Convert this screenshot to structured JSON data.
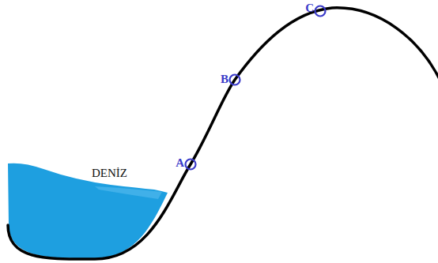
{
  "diagram": {
    "labels": [
      "DENİZ",
      "A",
      "B",
      "C"
    ]
  }
}
